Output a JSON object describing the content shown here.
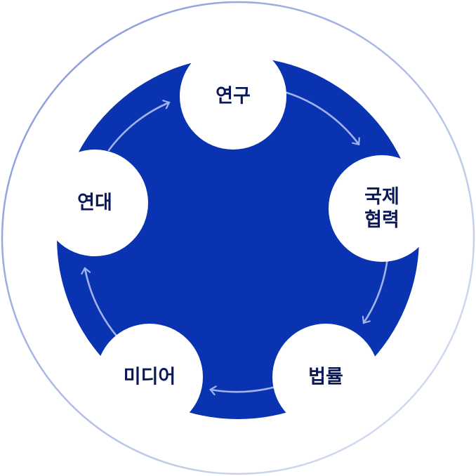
{
  "colors": {
    "disc": "#0a33b2",
    "outer_ring_start": "#7f95da",
    "outer_ring_end": "#dfe5f5",
    "node_fill": "#ffffff",
    "label": "#0b1a57",
    "arrow": "#9fb4ec"
  },
  "cycle": {
    "nodes": [
      {
        "id": "research",
        "lines": [
          "연구"
        ]
      },
      {
        "id": "intl",
        "lines": [
          "국제",
          "협력"
        ]
      },
      {
        "id": "law",
        "lines": [
          "법률"
        ]
      },
      {
        "id": "media",
        "lines": [
          "미디어"
        ]
      },
      {
        "id": "solidarity",
        "lines": [
          "연대"
        ]
      }
    ]
  }
}
